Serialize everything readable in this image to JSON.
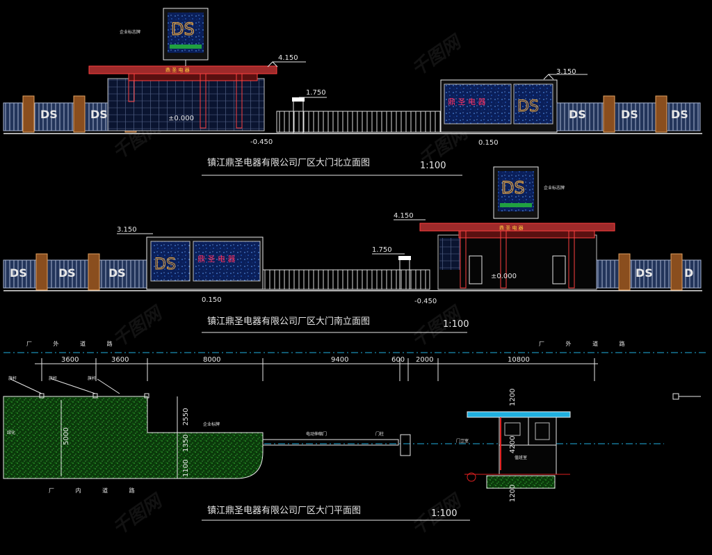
{
  "north_elevation": {
    "title": "镇江鼎圣电器有限公司厂区大门北立面图",
    "scale": "1:100",
    "level_gate_top": "4.150",
    "level_wall_top": "3.150",
    "level_pillar": "1.750",
    "level_floor": "±0.000",
    "level_ground": "-0.450",
    "level_wall_base": "0.150",
    "logo_text": "DS",
    "sign_text": "鼎 圣 电 器",
    "sign_label": "企业标志牌"
  },
  "south_elevation": {
    "title": "镇江鼎圣电器有限公司厂区大门南立面图",
    "scale": "1:100",
    "level_gate_top": "4.150",
    "level_wall_top": "3.150",
    "level_pillar": "1.750",
    "level_floor": "±0.000",
    "level_ground": "-0.450",
    "level_wall_base": "0.150",
    "logo_text": "DS",
    "sign_text": "鼎 圣 电 器",
    "sign_label": "企业标志牌"
  },
  "plan": {
    "title": "镇江鼎圣电器有限公司厂区大门平面图",
    "scale": "1:100",
    "road_label_top_left": "厂 外 道 路",
    "road_label_top_right": "厂 外 道 路",
    "road_label_bottom": "厂 内 道 路",
    "dimensions_top": [
      "3600",
      "3600",
      "8000",
      "9400",
      "600",
      "2000",
      "10800"
    ],
    "dimensions_left": [
      "2550",
      "1350",
      "1100"
    ],
    "dim_green_width": "5000",
    "dims_guard": [
      "1200",
      "4200",
      "1200"
    ],
    "labels": {
      "flag1": "旗杆",
      "flag2": "旗杆",
      "flag3": "旗杆",
      "lawn": "绿化",
      "sign_wall": "企业标牌",
      "gate_track": "电动伸缩门",
      "door": "门柱",
      "guard": "门卫室",
      "guard_room": "值班室"
    }
  },
  "colors": {
    "background": "#000000",
    "line": "#e8e8e8",
    "fence_blue": "#7f8fb0",
    "pillar_orange": "#c87f3c",
    "canopy_red": "#9e2a2a",
    "red_line": "#e02020",
    "cyan_axis": "#20b0e0",
    "green_hatch": "#1b8a1b",
    "sign_blue": "#1a3f8f",
    "logo_orange": "#e0a040",
    "sign_red": "#ff3060"
  }
}
